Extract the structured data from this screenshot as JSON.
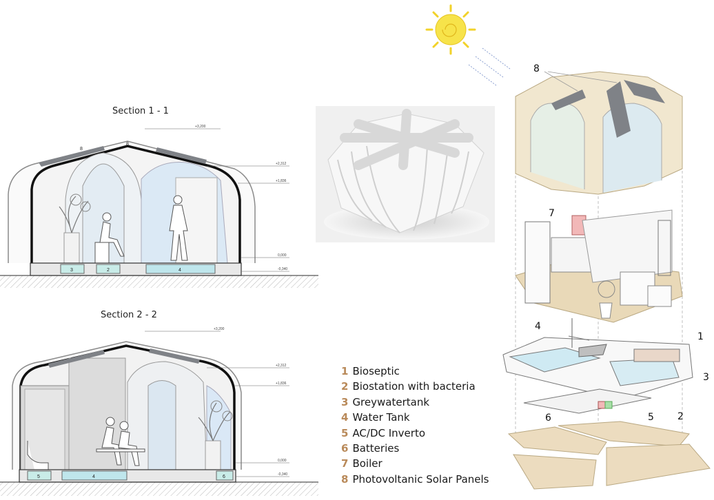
{
  "sections": [
    {
      "title": "Section 1 - 1",
      "levels": [
        "+3,200",
        "+2,312",
        "+1,836",
        "0,000",
        "-0,340"
      ],
      "roof_labels": [
        "8",
        "8"
      ],
      "floor_cells": [
        "3",
        "2",
        "4"
      ]
    },
    {
      "title": "Section 2 - 2",
      "levels": [
        "+3,200",
        "+2,312",
        "+1,836",
        "0,000",
        "-0,340"
      ],
      "floor_cells": [
        "5",
        "4",
        "6"
      ]
    }
  ],
  "legend": [
    {
      "num": "1",
      "label": "Bioseptic"
    },
    {
      "num": "2",
      "label": "Biostation with bacteria"
    },
    {
      "num": "3",
      "label": "Greywatertank"
    },
    {
      "num": "4",
      "label": "Water Tank"
    },
    {
      "num": "5",
      "label": "AC/DC Inverto"
    },
    {
      "num": "6",
      "label": "Batteries"
    },
    {
      "num": "7",
      "label": "Boiler"
    },
    {
      "num": "8",
      "label": "Photovoltanic Solar Panels"
    }
  ],
  "callouts": [
    "8",
    "7",
    "4",
    "1",
    "3",
    "6",
    "5",
    "2"
  ],
  "colors": {
    "legend_number": "#b98a5a",
    "panel": "#f1e7cf",
    "floor": "#e9d9b8",
    "water": "#bfe6ec",
    "water_cell": "#c9ece8",
    "solar": "#7f8287",
    "sun": "#f7e34a"
  }
}
